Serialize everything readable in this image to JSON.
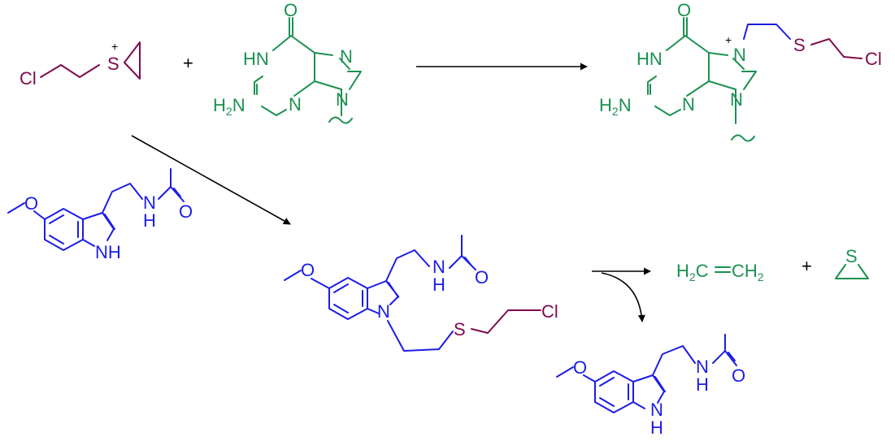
{
  "colors": {
    "mustard": "#7f0a4d",
    "guanine": "#1b9151",
    "melatonin": "#1c1ce6",
    "arrow": "#000000"
  },
  "reagent": {
    "cl": "Cl",
    "s": "S",
    "charge": "+"
  },
  "operators": {
    "plus_top": "+",
    "plus_products": "+"
  },
  "guanine": {
    "o": "O",
    "hn": "HN",
    "n_top": "N",
    "n_mid": "N",
    "n9": "N",
    "h2n_h": "H",
    "h2n_2": "2",
    "h2n_n": "N"
  },
  "adduct": {
    "o": "O",
    "hn": "HN",
    "n7": "N",
    "charge": "+",
    "n_mid": "N",
    "n9": "N",
    "s": "S",
    "cl": "Cl",
    "h2n_h": "H",
    "h2n_2": "2",
    "h2n_n": "N"
  },
  "melatonin": {
    "o": "O",
    "nh_n": "N",
    "nh_h": "H",
    "amide_o": "O",
    "indole_nh": "NH"
  },
  "alkylated": {
    "o": "O",
    "nh_n": "N",
    "nh_h": "H",
    "amide_o": "O",
    "n1": "N",
    "s": "S",
    "cl": "Cl"
  },
  "ethylene": {
    "h_left": "H",
    "sub_left": "2",
    "c_left": "C",
    "c_right": "CH",
    "sub_right": "2"
  },
  "thiirane": {
    "s": "S"
  },
  "regenerated": {
    "o": "O",
    "nh_n": "N",
    "nh_h": "H",
    "amide_o": "O",
    "indole_n": "N",
    "indole_h": "H"
  }
}
